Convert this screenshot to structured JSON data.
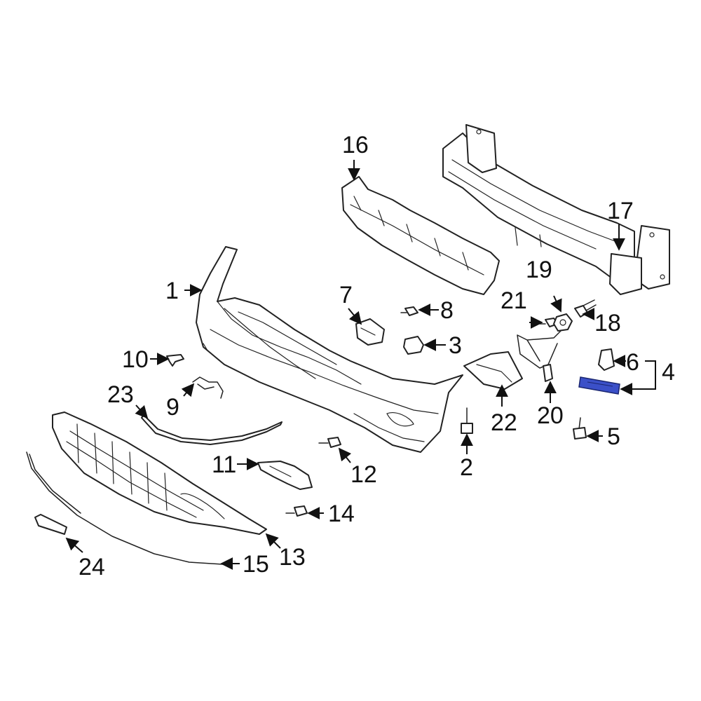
{
  "colors": {
    "line": "#222222",
    "background": "#ffffff",
    "highlight": "#3b50c8"
  },
  "callouts": [
    {
      "id": "1",
      "text": "1"
    },
    {
      "id": "2",
      "text": "2"
    },
    {
      "id": "3",
      "text": "3"
    },
    {
      "id": "4",
      "text": "4"
    },
    {
      "id": "5",
      "text": "5"
    },
    {
      "id": "6",
      "text": "6"
    },
    {
      "id": "7",
      "text": "7"
    },
    {
      "id": "8",
      "text": "8"
    },
    {
      "id": "9",
      "text": "9"
    },
    {
      "id": "10",
      "text": "10"
    },
    {
      "id": "11",
      "text": "11"
    },
    {
      "id": "12",
      "text": "12"
    },
    {
      "id": "13",
      "text": "13"
    },
    {
      "id": "14",
      "text": "14"
    },
    {
      "id": "15",
      "text": "15"
    },
    {
      "id": "16",
      "text": "16"
    },
    {
      "id": "17",
      "text": "17"
    },
    {
      "id": "18",
      "text": "18"
    },
    {
      "id": "19",
      "text": "19"
    },
    {
      "id": "20",
      "text": "20"
    },
    {
      "id": "21",
      "text": "21"
    },
    {
      "id": "22",
      "text": "22"
    },
    {
      "id": "23",
      "text": "23"
    },
    {
      "id": "24",
      "text": "24"
    }
  ],
  "highlighted_part": "4"
}
